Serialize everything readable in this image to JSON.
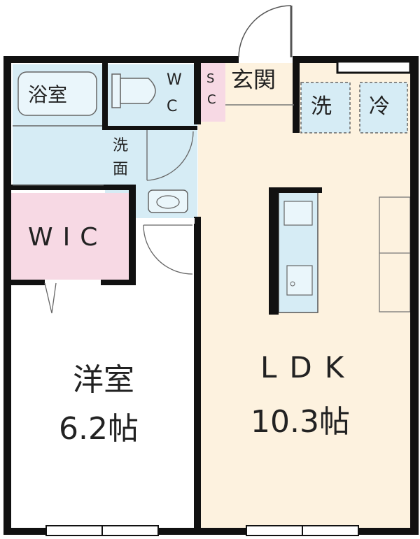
{
  "rooms": {
    "bath": "浴室",
    "wc_line1": "W",
    "wc_line2": "C",
    "sc_line1": "S",
    "sc_line2": "C",
    "entrance": "玄関",
    "washer": "洗",
    "fridge": "冷",
    "washroom_line1": "洗",
    "washroom_line2": "面",
    "wic": "WIC",
    "western": "洋室",
    "western_area": "6.2帖",
    "ldk": "LDK",
    "ldk_area": "10.3帖"
  },
  "colors": {
    "wall": "#111111",
    "wet_area": "#d6ecf5",
    "storage_pink": "#f7d9e4",
    "ldk_floor": "#fdf2df",
    "western_floor": "#ffffff",
    "line": "#666666"
  }
}
